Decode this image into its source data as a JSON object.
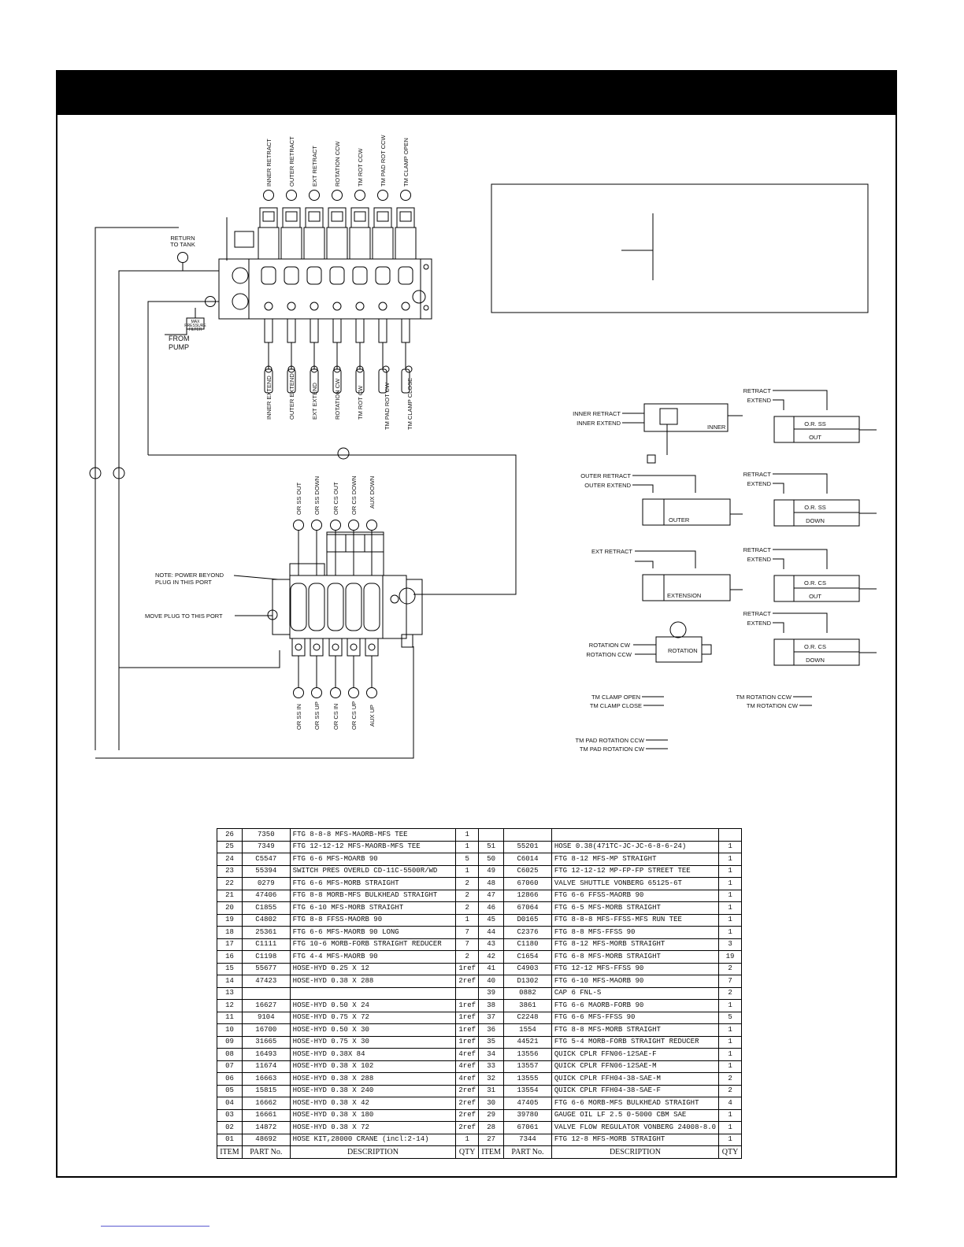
{
  "diagram": {
    "upper_valve_top_ports": [
      "INNER RETRACT",
      "OUTER RETRACT",
      "EXT RETRACT",
      "ROTATION CCW",
      "TM ROT CCW",
      "TM PAD ROT CCW",
      "TM CLAMP OPEN"
    ],
    "upper_valve_bottom_ports": [
      "INNER EXTEND",
      "OUTER EXTEND",
      "EXT EXTEND",
      "ROTATION CW",
      "TM ROT CW",
      "TM PAD ROT CW",
      "TM CLAMP CLOSE"
    ],
    "return_to_tank": [
      "RETURN",
      "TO TANK"
    ],
    "from_pump": [
      "FROM",
      "PUMP"
    ],
    "pressure_filter": [
      "MAX",
      "PRESSURE",
      "FILTER"
    ],
    "lower_valve_top_ports": [
      "OR SS OUT",
      "OR SS DOWN",
      "OR CS OUT",
      "OR CS DOWN",
      "AUX DOWN"
    ],
    "lower_valve_bottom_ports": [
      "OR SS IN",
      "OR SS UP",
      "OR CS IN",
      "OR CS UP",
      "AUX UP"
    ],
    "note_power_beyond": [
      "NOTE: POWER BEYOND",
      "PLUG IN THIS PORT"
    ],
    "note_move_plug": "MOVE PLUG TO THIS PORT",
    "cyl_inner": {
      "retract": "INNER RETRACT",
      "extend": "INNER EXTEND",
      "label": "INNER"
    },
    "cyl_outer": {
      "retract": "OUTER RETRACT",
      "extend": "OUTER EXTEND",
      "label": "OUTER"
    },
    "cyl_ext": {
      "retract": "EXT RETRACT",
      "label": "EXTENSION"
    },
    "cyl_rotation": {
      "cw": "ROTATION CW",
      "ccw": "ROTATION CCW",
      "label": "ROTATION"
    },
    "or_cylinders": [
      {
        "retract": "RETRACT",
        "extend": "EXTEND",
        "name": "O.R. SS",
        "sub": "OUT"
      },
      {
        "retract": "RETRACT",
        "extend": "EXTEND",
        "name": "O.R. SS",
        "sub": "DOWN"
      },
      {
        "retract": "RETRACT",
        "extend": "EXTEND",
        "name": "O.R. CS",
        "sub": "OUT"
      },
      {
        "retract": "RETRACT",
        "extend": "EXTEND",
        "name": "O.R. CS",
        "sub": "DOWN"
      }
    ],
    "tm_clamp": [
      "TM CLAMP OPEN",
      "TM CLAMP CLOSE"
    ],
    "tm_rotation": [
      "TM ROTATION CCW",
      "TM ROTATION CW"
    ],
    "tm_pad_rotation": [
      "TM PAD ROTATION CCW",
      "TM PAD ROTATION CW"
    ]
  },
  "parts_table": {
    "headers": {
      "item": "ITEM",
      "part": "PART No.",
      "desc": "DESCRIPTION",
      "qty": "QTY"
    },
    "rows": [
      {
        "l": [
          "26",
          "7350",
          "FTG 8-8-8 MFS-MAORB-MFS TEE",
          "1"
        ],
        "r": [
          "",
          "",
          "",
          ""
        ]
      },
      {
        "l": [
          "25",
          "7349",
          "FTG 12-12-12 MFS-MAORB-MFS TEE",
          "1"
        ],
        "r": [
          "51",
          "55201",
          "HOSE 0.38(471TC-JC-JC-6-8-6-24)",
          "1"
        ]
      },
      {
        "l": [
          "24",
          "C5547",
          "FTG 6-6 MFS-MOARB 90",
          "5"
        ],
        "r": [
          "50",
          "C6014",
          "FTG 8-12 MFS-MP STRAIGHT",
          "1"
        ]
      },
      {
        "l": [
          "23",
          "55394",
          "SWITCH PRES OVERLD CD-11C-5500R/WD",
          "1"
        ],
        "r": [
          "49",
          "C6025",
          "FTG 12-12-12 MP-FP-FP STREET TEE",
          "1"
        ]
      },
      {
        "l": [
          "22",
          "0279",
          "FTG 6-6 MFS-MORB STRAIGHT",
          "2"
        ],
        "r": [
          "48",
          "67060",
          "VALVE SHUTTLE VONBERG 65125-6T",
          "1"
        ]
      },
      {
        "l": [
          "21",
          "47406",
          "FTG 8-8 MORB-MFS BULKHEAD STRAIGHT",
          "2"
        ],
        "r": [
          "47",
          "12866",
          "FTG 6-6 FFSS-MAORB 90",
          "1"
        ]
      },
      {
        "l": [
          "20",
          "C1855",
          "FTG 6-10 MFS-MORB STRAIGHT",
          "2"
        ],
        "r": [
          "46",
          "67064",
          "FTG 6-5 MFS-MORB STRAIGHT",
          "1"
        ]
      },
      {
        "l": [
          "19",
          "C4802",
          "FTG 8-8 FFSS-MAORB 90",
          "1"
        ],
        "r": [
          "45",
          "D0165",
          "FTG 8-8-8 MFS-FFSS-MFS RUN TEE",
          "1"
        ]
      },
      {
        "l": [
          "18",
          "25361",
          "FTG 6-6 MFS-MAORB 90 LONG",
          "7"
        ],
        "r": [
          "44",
          "C2376",
          "FTG 8-8 MFS-FFSS 90",
          "1"
        ]
      },
      {
        "l": [
          "17",
          "C1111",
          "FTG 10-6 MORB-FORB STRAIGHT REDUCER",
          "7"
        ],
        "r": [
          "43",
          "C1180",
          "FTG 8-12 MFS-MORB STRAIGHT",
          "3"
        ]
      },
      {
        "l": [
          "16",
          "C1198",
          "FTG 4-4 MFS-MAORB 90",
          "2"
        ],
        "r": [
          "42",
          "C1654",
          "FTG 6-8 MFS-MORB STRAIGHT",
          "19"
        ]
      },
      {
        "l": [
          "15",
          "55677",
          "HOSE-HYD 0.25 X 12",
          "1ref"
        ],
        "r": [
          "41",
          "C4903",
          "FTG 12-12 MFS-FFSS 90",
          "2"
        ]
      },
      {
        "l": [
          "14",
          "47423",
          "HOSE-HYD 0.38 X 288",
          "2ref"
        ],
        "r": [
          "40",
          "D1302",
          "FTG 6-10 MFS-MAORB 90",
          "7"
        ]
      },
      {
        "l": [
          "13",
          "",
          "",
          ""
        ],
        "r": [
          "39",
          "0882",
          "CAP 6 FNL-S",
          "2"
        ]
      },
      {
        "l": [
          "12",
          "16627",
          "HOSE-HYD 0.50 X 24",
          "1ref"
        ],
        "r": [
          "38",
          "3861",
          "FTG 6-6 MAORB-FORB 90",
          "1"
        ]
      },
      {
        "l": [
          "11",
          "9104",
          "HOSE-HYD 0.75 X 72",
          "1ref"
        ],
        "r": [
          "37",
          "C2248",
          "FTG 6-6 MFS-FFSS 90",
          "5"
        ]
      },
      {
        "l": [
          "10",
          "16700",
          "HOSE-HYD 0.50 X 30",
          "1ref"
        ],
        "r": [
          "36",
          "1554",
          "FTG 8-8 MFS-MORB STRAIGHT",
          "1"
        ]
      },
      {
        "l": [
          "09",
          "31665",
          "HOSE-HYD 0.75 X 30",
          "1ref"
        ],
        "r": [
          "35",
          "44521",
          "FTG 5-4 MORB-FORB STRAIGHT REDUCER",
          "1"
        ]
      },
      {
        "l": [
          "08",
          "16493",
          "HOSE-HYD 0.38X 84",
          "4ref"
        ],
        "r": [
          "34",
          "13556",
          "QUICK CPLR FFN06-12SAE-F",
          "1"
        ]
      },
      {
        "l": [
          "07",
          "11674",
          "HOSE-HYD 0.38 X 102",
          "4ref"
        ],
        "r": [
          "33",
          "13557",
          "QUICK CPLR FFN06-12SAE-M",
          "1"
        ]
      },
      {
        "l": [
          "06",
          "16663",
          "HOSE-HYD 0.38 X 288",
          "4ref"
        ],
        "r": [
          "32",
          "13555",
          "QUICK CPLR FFH04-38-SAE-M",
          "2"
        ]
      },
      {
        "l": [
          "05",
          "15815",
          "HOSE-HYD 0.38 X 240",
          "2ref"
        ],
        "r": [
          "31",
          "13554",
          "QUICK CPLR FFH04-38-SAE-F",
          "2"
        ]
      },
      {
        "l": [
          "04",
          "16662",
          "HOSE-HYD 0.38 X 42",
          "2ref"
        ],
        "r": [
          "30",
          "47405",
          "FTG 6-6 MORB-MFS BULKHEAD STRAIGHT",
          "4"
        ]
      },
      {
        "l": [
          "03",
          "16661",
          "HOSE-HYD 0.38 X 180",
          "2ref"
        ],
        "r": [
          "29",
          "39780",
          "GAUGE OIL LF 2.5 0-5000 CBM SAE",
          "1"
        ]
      },
      {
        "l": [
          "02",
          "14872",
          "HOSE-HYD 0.38 X 72",
          "2ref"
        ],
        "r": [
          "28",
          "67061",
          "VALVE FLOW REGULATOR VONBERG 24008-8.0",
          "1"
        ]
      },
      {
        "l": [
          "01",
          "48692",
          "HOSE KIT,28000 CRANE (incl:2-14)",
          "1"
        ],
        "r": [
          "27",
          "7344",
          "FTG 12-8 MFS-MORB STRAIGHT",
          "1"
        ]
      }
    ]
  }
}
